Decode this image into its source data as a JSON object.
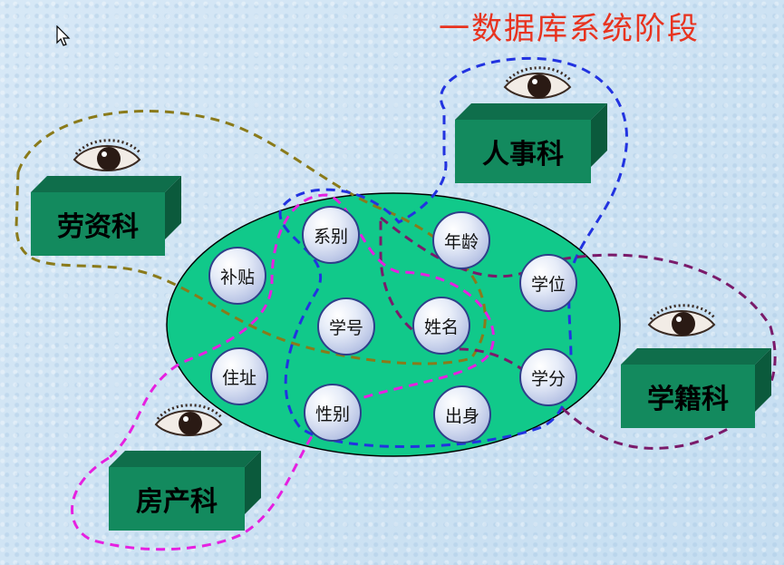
{
  "title": "一数据库系统阶段",
  "departments": {
    "labor": "劳资科",
    "personnel": "人事科",
    "academic": "学籍科",
    "housing": "房产科"
  },
  "fields": {
    "dept": "系别",
    "age": "年龄",
    "subsidy": "补贴",
    "degree": "学位",
    "student_id": "学号",
    "name": "姓名",
    "address": "住址",
    "credits": "学分",
    "gender": "性别",
    "origin": "出身"
  },
  "colors": {
    "ellipse": "#11c98a",
    "box": "#138a5e",
    "labor_path": "#8a7a1a",
    "personnel_path": "#2233e0",
    "academic_path": "#7a1a6a",
    "housing_path": "#e620e0",
    "title": "#e8331f"
  }
}
